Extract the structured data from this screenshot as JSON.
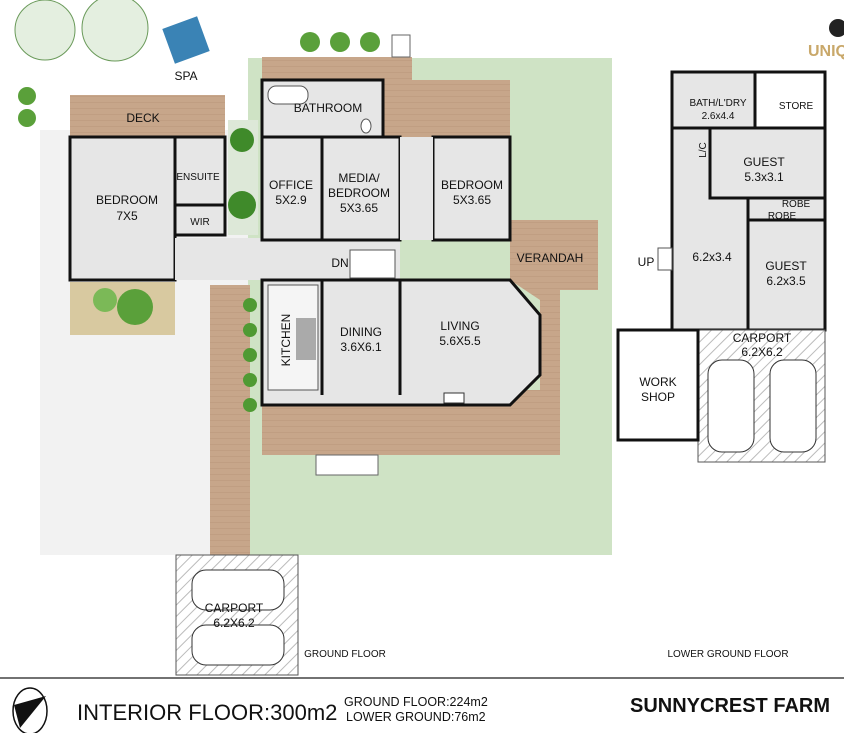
{
  "colors": {
    "lawn": "#cfe3c5",
    "deck": "#c7a68a",
    "floor": "#e6e6e6",
    "ground": "#f2f2f2",
    "walls": "#111111"
  },
  "logo": {
    "text": "UNIQ"
  },
  "ground_floor": {
    "title": "GROUND FLOOR",
    "spa": "SPA",
    "deck": "DECK",
    "bathroom": "BATHROOM",
    "ensuite": "ENSUITE",
    "wir": "WIR",
    "bedroom1": {
      "name": "BEDROOM",
      "size": "7X5"
    },
    "office": {
      "name": "OFFICE",
      "size": "5X2.9"
    },
    "media": {
      "name1": "MEDIA/",
      "name2": "BEDROOM",
      "size": "5X3.65"
    },
    "bedroom2": {
      "name": "BEDROOM",
      "size": "5X3.65"
    },
    "dn": "DN",
    "verandah": "VERANDAH",
    "kitchen": "KITCHEN",
    "dining": {
      "name": "DINING",
      "size": "3.6X6.1"
    },
    "living": {
      "name": "LIVING",
      "size": "5.6X5.5"
    },
    "carport": {
      "name": "CARPORT",
      "size": "6.2X6.2"
    }
  },
  "lower_ground": {
    "title": "LOWER GROUND FLOOR",
    "bath": {
      "name": "BATH/L'DRY",
      "size": "2.6x4.4"
    },
    "store": "STORE",
    "lc": "L/C",
    "guest1": {
      "name": "GUEST",
      "size": "5.3x3.1"
    },
    "robe1": "ROBE",
    "robe2": "ROBE",
    "hall_size": "6.2x3.4",
    "up": "UP",
    "guest2": {
      "name": "GUEST",
      "size": "6.2x3.5"
    },
    "carport": {
      "name": "CARPORT",
      "size": "6.2X6.2"
    },
    "workshop1": "WORK",
    "workshop2": "SHOP"
  },
  "footer": {
    "interior": "INTERIOR FLOOR:300m2",
    "ground": "GROUND FLOOR:224m2",
    "lower": "LOWER GROUND:76m2",
    "property": "SUNNYCREST FARM"
  }
}
